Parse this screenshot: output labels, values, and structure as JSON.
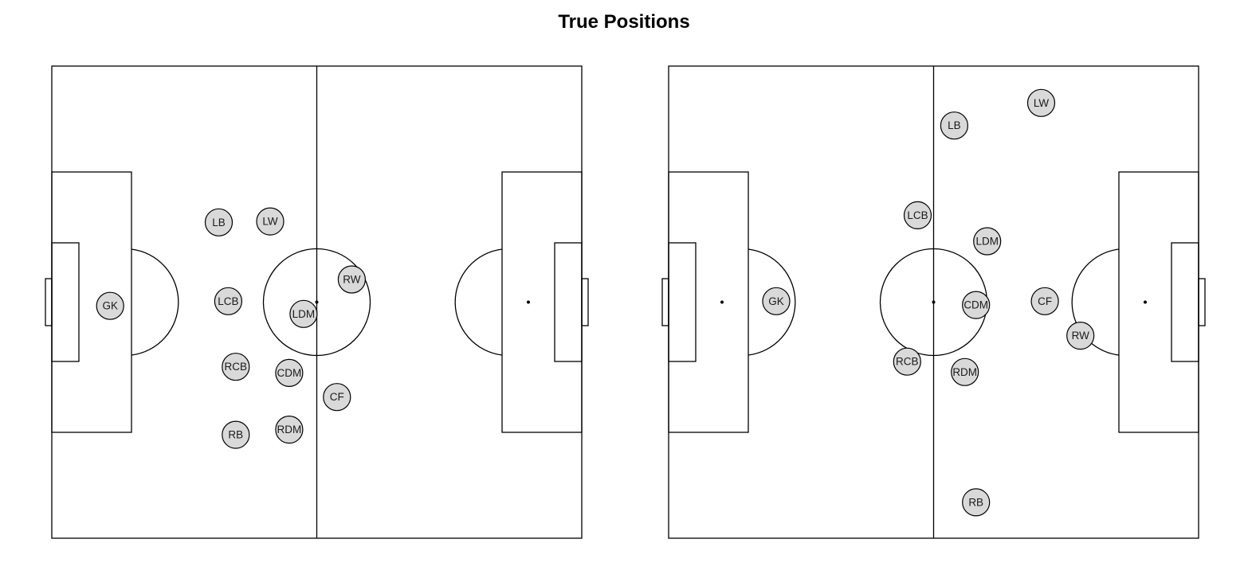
{
  "title": "True Positions",
  "colors": {
    "marker_fill": "#d9d9d9",
    "marker_stroke": "#000000",
    "line": "#000000"
  },
  "chart_data": [
    {
      "type": "scatter",
      "pitch": {
        "length": 100,
        "width": 100
      },
      "players": [
        {
          "label": "GK",
          "x": 11.0,
          "y": 50.8
        },
        {
          "label": "LB",
          "x": 31.5,
          "y": 33.1
        },
        {
          "label": "LW",
          "x": 41.2,
          "y": 32.9
        },
        {
          "label": "LCB",
          "x": 33.3,
          "y": 49.8
        },
        {
          "label": "RW",
          "x": 56.6,
          "y": 45.2
        },
        {
          "label": "LDM",
          "x": 47.5,
          "y": 52.5
        },
        {
          "label": "RCB",
          "x": 34.7,
          "y": 63.7
        },
        {
          "label": "CDM",
          "x": 44.8,
          "y": 65.0
        },
        {
          "label": "CF",
          "x": 53.8,
          "y": 70.1
        },
        {
          "label": "RB",
          "x": 34.7,
          "y": 78.1
        },
        {
          "label": "RDM",
          "x": 44.8,
          "y": 77.0
        }
      ]
    },
    {
      "type": "scatter",
      "pitch": {
        "length": 100,
        "width": 100
      },
      "players": [
        {
          "label": "LW",
          "x": 70.3,
          "y": 7.8
        },
        {
          "label": "LB",
          "x": 53.9,
          "y": 12.6
        },
        {
          "label": "LCB",
          "x": 47.0,
          "y": 31.6
        },
        {
          "label": "LDM",
          "x": 60.1,
          "y": 37.1
        },
        {
          "label": "GK",
          "x": 20.3,
          "y": 49.8
        },
        {
          "label": "CDM",
          "x": 58.0,
          "y": 50.6
        },
        {
          "label": "CF",
          "x": 71.0,
          "y": 49.8
        },
        {
          "label": "RW",
          "x": 77.7,
          "y": 57.1
        },
        {
          "label": "RCB",
          "x": 45.0,
          "y": 62.6
        },
        {
          "label": "RDM",
          "x": 55.9,
          "y": 64.8
        },
        {
          "label": "RB",
          "x": 58.0,
          "y": 92.4
        }
      ]
    }
  ]
}
